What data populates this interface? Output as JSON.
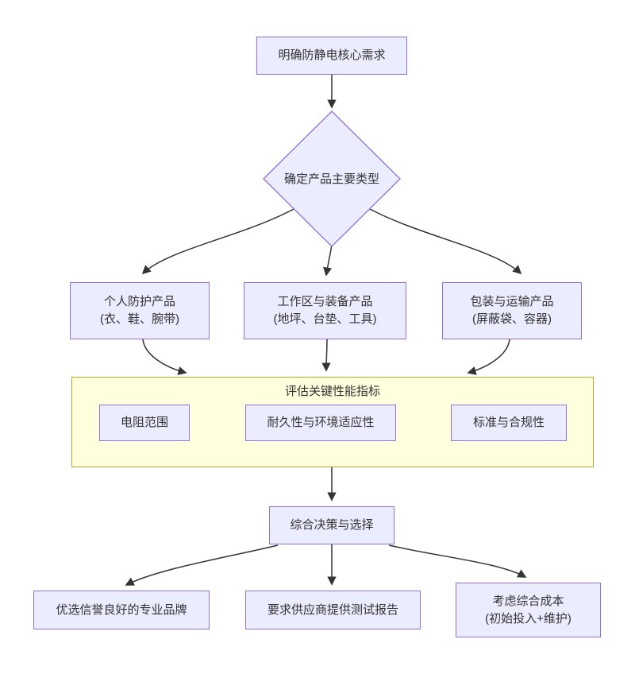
{
  "nodes": {
    "start": {
      "label": "明确防静电核心需求"
    },
    "decision": {
      "label": "确定产品主要类型"
    },
    "personal": {
      "line1": "个人防护产品",
      "line2": "(衣、鞋、腕带)"
    },
    "workspace": {
      "line1": "工作区与装备产品",
      "line2": "(地坪、台垫、工具)"
    },
    "packaging": {
      "line1": "包装与运输产品",
      "line2": "(屏蔽袋、容器)"
    },
    "cluster": {
      "title": "评估关键性能指标"
    },
    "resistance": {
      "label": "电阻范围"
    },
    "durability": {
      "label": "耐久性与环境适应性"
    },
    "standards": {
      "label": "标准与合规性"
    },
    "final": {
      "label": "综合决策与选择"
    },
    "brand": {
      "label": "优选信誉良好的专业品牌"
    },
    "report": {
      "label": "要求供应商提供测试报告"
    },
    "cost": {
      "line1": "考虑综合成本",
      "line2": "(初始投入+维护)"
    }
  },
  "colors": {
    "node_fill": "#ECECFF",
    "node_border": "#9370DB",
    "cluster_fill": "#FFFFDE",
    "cluster_border": "#AAAA33",
    "edge": "#333333",
    "text": "#333333",
    "background": "#FFFFFF"
  }
}
